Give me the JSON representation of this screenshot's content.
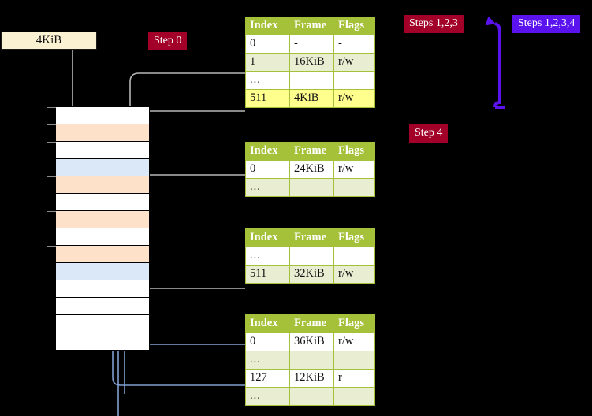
{
  "page": {
    "title": "Multi-level page table walk diagram",
    "background": "#000000"
  },
  "size_box": {
    "label": "4KiB"
  },
  "badges": {
    "step0": {
      "label": "Step 0",
      "color": "#a20028"
    },
    "step4": {
      "label": "Step 4",
      "color": "#a20028"
    },
    "steps123": {
      "label": "Steps 1,2,3",
      "color": "#a20028"
    },
    "steps1234": {
      "label": "Steps 1,2,3,4",
      "color": "#5a12ef"
    }
  },
  "columns": {
    "index": "Index",
    "frame": "Frame",
    "flags": "Flags"
  },
  "tables": [
    {
      "name": "level4-table",
      "rows": [
        {
          "index": "0",
          "frame": "-",
          "flags": "-",
          "alt": false,
          "highlight": false
        },
        {
          "index": "1",
          "frame": "16KiB",
          "flags": "r/w",
          "alt": true,
          "highlight": false
        },
        {
          "index": "...",
          "frame": "",
          "flags": "",
          "alt": false,
          "highlight": false
        },
        {
          "index": "511",
          "frame": "4KiB",
          "flags": "r/w",
          "alt": true,
          "highlight": true
        }
      ]
    },
    {
      "name": "level3-table",
      "rows": [
        {
          "index": "0",
          "frame": "24KiB",
          "flags": "r/w",
          "alt": false,
          "highlight": false
        },
        {
          "index": "...",
          "frame": "",
          "flags": "",
          "alt": true,
          "highlight": false
        }
      ]
    },
    {
      "name": "level2-table",
      "rows": [
        {
          "index": "...",
          "frame": "",
          "flags": "",
          "alt": false,
          "highlight": false
        },
        {
          "index": "511",
          "frame": "32KiB",
          "flags": "r/w",
          "alt": true,
          "highlight": false
        }
      ]
    },
    {
      "name": "level1-table",
      "rows": [
        {
          "index": "0",
          "frame": "36KiB",
          "flags": "r/w",
          "alt": false,
          "highlight": false
        },
        {
          "index": "...",
          "frame": "",
          "flags": "",
          "alt": true,
          "highlight": false
        },
        {
          "index": "127",
          "frame": "12KiB",
          "flags": "r",
          "alt": false,
          "highlight": false
        },
        {
          "index": "...",
          "frame": "",
          "flags": "",
          "alt": true,
          "highlight": false
        }
      ]
    }
  ],
  "memory_column": {
    "name": "physical-memory-column",
    "rows": [
      {
        "fill": "white"
      },
      {
        "fill": "peach"
      },
      {
        "fill": "white"
      },
      {
        "fill": "blue"
      },
      {
        "fill": "peach"
      },
      {
        "fill": "white"
      },
      {
        "fill": "peach"
      },
      {
        "fill": "white"
      },
      {
        "fill": "peach"
      },
      {
        "fill": "blue"
      },
      {
        "fill": "white"
      },
      {
        "fill": "white"
      },
      {
        "fill": "white"
      },
      {
        "fill": "white"
      }
    ],
    "tick_rows": [
      0,
      1,
      2,
      4,
      6,
      8
    ]
  },
  "wire_colors": {
    "gray": "#b7b7b7",
    "blue": "#7f9fd0",
    "purple": "#5a12ef"
  }
}
